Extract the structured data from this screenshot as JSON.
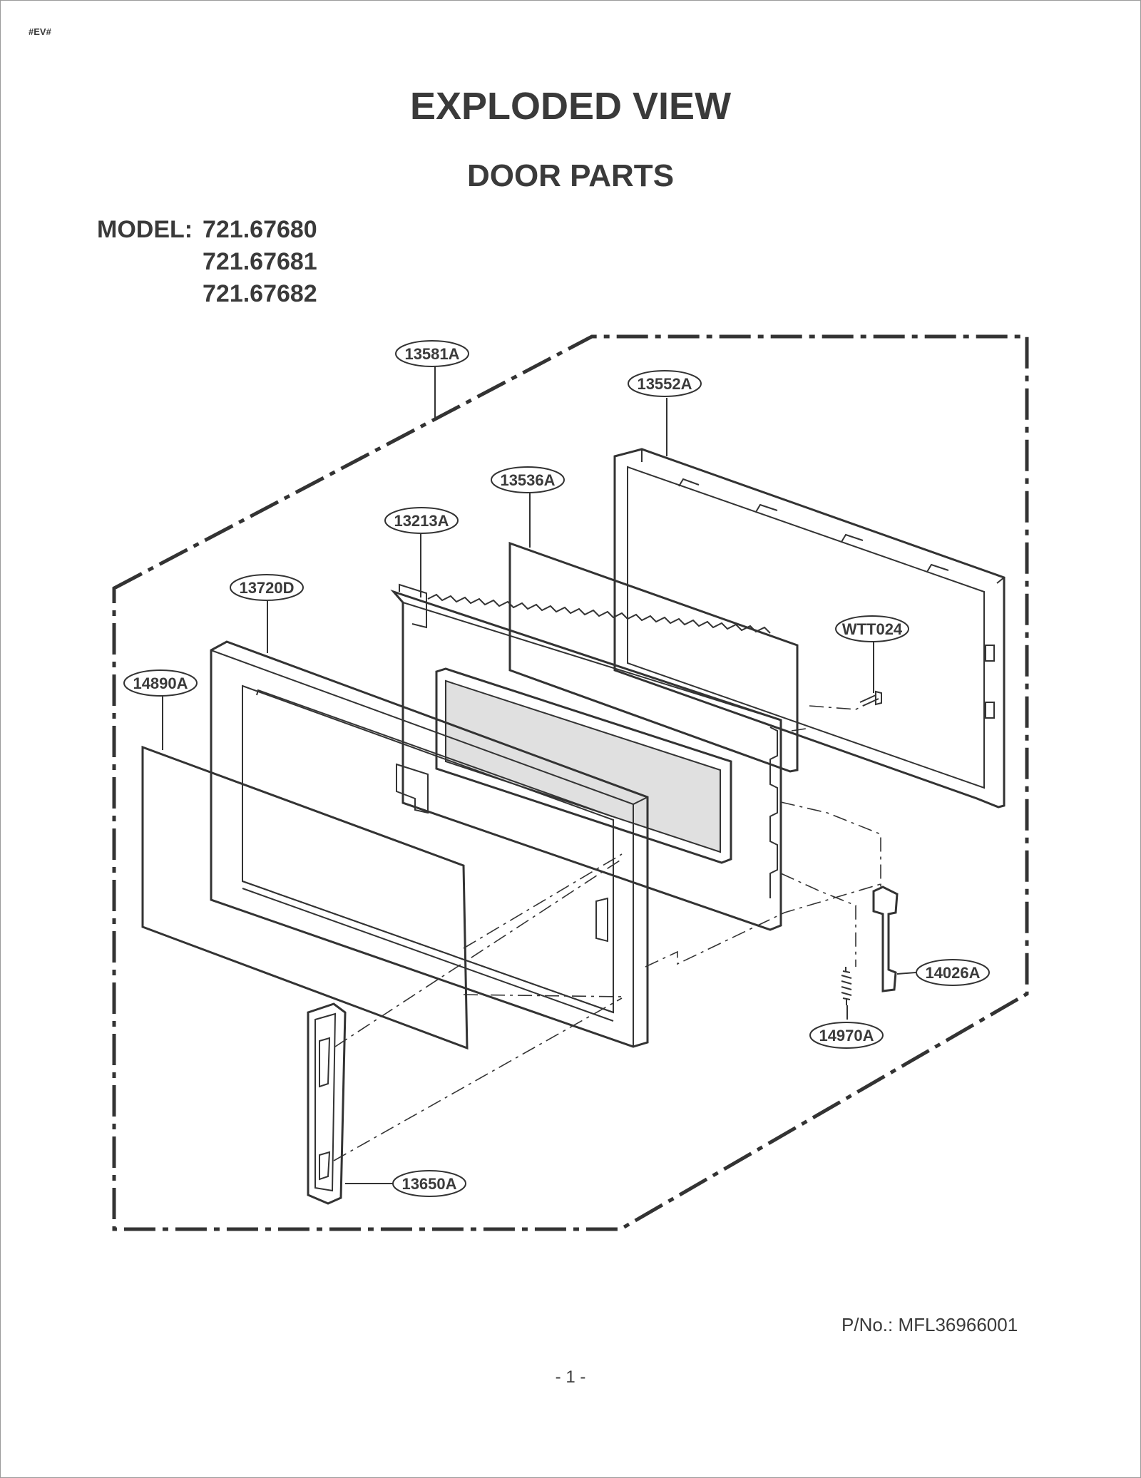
{
  "header": {
    "corner_tag": "#EV#",
    "title": "EXPLODED VIEW",
    "subtitle": "DOOR PARTS"
  },
  "models": {
    "label": "MODEL:",
    "numbers": [
      "721.67680",
      "721.67681",
      "721.67682"
    ]
  },
  "callouts": [
    {
      "id": "13581A"
    },
    {
      "id": "13552A"
    },
    {
      "id": "13536A"
    },
    {
      "id": "13213A"
    },
    {
      "id": "13720D"
    },
    {
      "id": "14890A"
    },
    {
      "id": "WTT024"
    },
    {
      "id": "14026A"
    },
    {
      "id": "14970A"
    },
    {
      "id": "13650A"
    }
  ],
  "footer": {
    "part_number": "P/No.: MFL36966001",
    "page": "- 1 -"
  }
}
